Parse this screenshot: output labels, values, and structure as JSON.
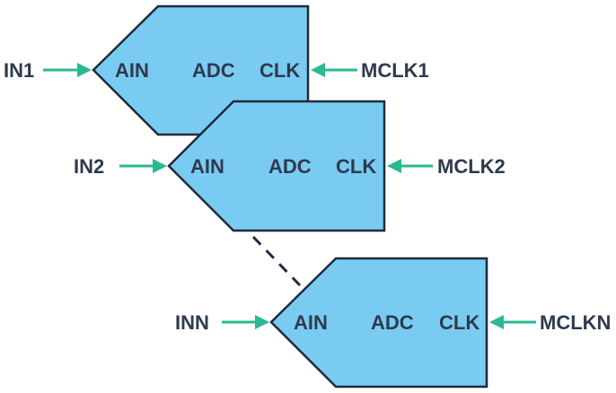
{
  "blocks": [
    {
      "input": "IN1",
      "clock": "MCLK1",
      "ain": "AIN",
      "adc": "ADC",
      "clk": "CLK"
    },
    {
      "input": "IN2",
      "clock": "MCLK2",
      "ain": "AIN",
      "adc": "ADC",
      "clk": "CLK"
    },
    {
      "input": "INN",
      "clock": "MCLKN",
      "ain": "AIN",
      "adc": "ADC",
      "clk": "CLK"
    }
  ],
  "colors": {
    "block_fill": "#79cbf2",
    "outline": "#1f2a3a",
    "arrow": "#2bb892",
    "text": "#2e3a4d"
  },
  "icons": {
    "input_arrow": "arrow-right-icon",
    "clock_arrow": "arrow-left-icon"
  }
}
